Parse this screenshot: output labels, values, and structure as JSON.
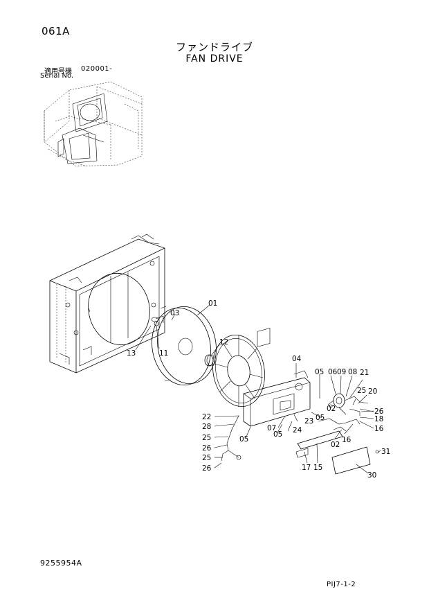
{
  "header": {
    "page_code": "061A",
    "title_jp": "ファンドライブ",
    "title_en": "FAN DRIVE",
    "serial_label_jp": "適用号機",
    "serial_value": "020001-",
    "serial_label_en": "Serial No."
  },
  "footer": {
    "part_number": "9255954A",
    "page_ref": "PIJ7-1-2"
  },
  "callouts": [
    {
      "id": "01",
      "text": "01"
    },
    {
      "id": "03",
      "text": "03"
    },
    {
      "id": "12",
      "text": "12"
    },
    {
      "id": "13",
      "text": "13"
    },
    {
      "id": "11",
      "text": "11"
    },
    {
      "id": "04",
      "text": "04"
    },
    {
      "id": "05a",
      "text": "05"
    },
    {
      "id": "06",
      "text": "06"
    },
    {
      "id": "09",
      "text": "09"
    },
    {
      "id": "08",
      "text": "08"
    },
    {
      "id": "21",
      "text": "21"
    },
    {
      "id": "25a",
      "text": "25"
    },
    {
      "id": "20",
      "text": "20"
    },
    {
      "id": "26a",
      "text": "26"
    },
    {
      "id": "02a",
      "text": "02"
    },
    {
      "id": "18",
      "text": "18"
    },
    {
      "id": "16a",
      "text": "16"
    },
    {
      "id": "16b",
      "text": "16"
    },
    {
      "id": "02b",
      "text": "02"
    },
    {
      "id": "05b",
      "text": "05"
    },
    {
      "id": "23",
      "text": "23"
    },
    {
      "id": "07",
      "text": "07"
    },
    {
      "id": "24",
      "text": "24"
    },
    {
      "id": "05c",
      "text": "05"
    },
    {
      "id": "22",
      "text": "22"
    },
    {
      "id": "28",
      "text": "28"
    },
    {
      "id": "05d",
      "text": "05"
    },
    {
      "id": "25b",
      "text": "25"
    },
    {
      "id": "26b",
      "text": "26"
    },
    {
      "id": "25c",
      "text": "25"
    },
    {
      "id": "26c",
      "text": "26"
    },
    {
      "id": "17",
      "text": "17"
    },
    {
      "id": "15",
      "text": "15"
    },
    {
      "id": "31",
      "text": "31"
    },
    {
      "id": "30",
      "text": "30"
    }
  ]
}
